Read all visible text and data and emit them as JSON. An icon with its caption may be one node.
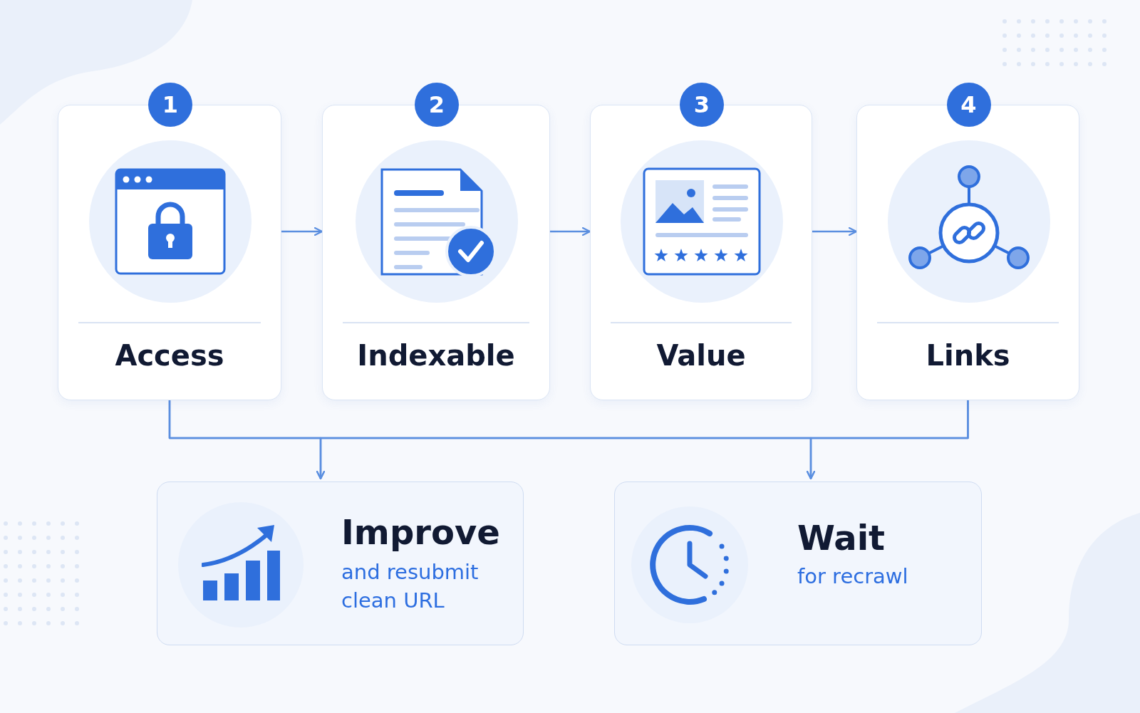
{
  "diagram": {
    "nodes": [
      {
        "text": [
          "1",
          "Access"
        ]
      },
      {
        "text": [
          "2",
          "Indexable"
        ]
      },
      {
        "text": [
          "3",
          "Value"
        ]
      },
      {
        "text": [
          "4",
          "Links"
        ]
      },
      {
        "text": [
          "Improve",
          "and resubmit clean URL"
        ]
      },
      {
        "text": [
          "Wait",
          "for recrawl"
        ]
      }
    ],
    "edges": [
      {
        "from": 0,
        "to": 1,
        "arrow": "to"
      },
      {
        "from": 1,
        "to": 2,
        "arrow": "to"
      },
      {
        "from": 2,
        "to": 3,
        "arrow": "to"
      },
      {
        "from": 0,
        "to": 4,
        "arrow": "to"
      },
      {
        "from": 0,
        "to": 5,
        "arrow": "to"
      },
      {
        "from": 3,
        "to": 4,
        "arrow": "to"
      },
      {
        "from": 3,
        "to": 5,
        "arrow": "to"
      }
    ]
  }
}
